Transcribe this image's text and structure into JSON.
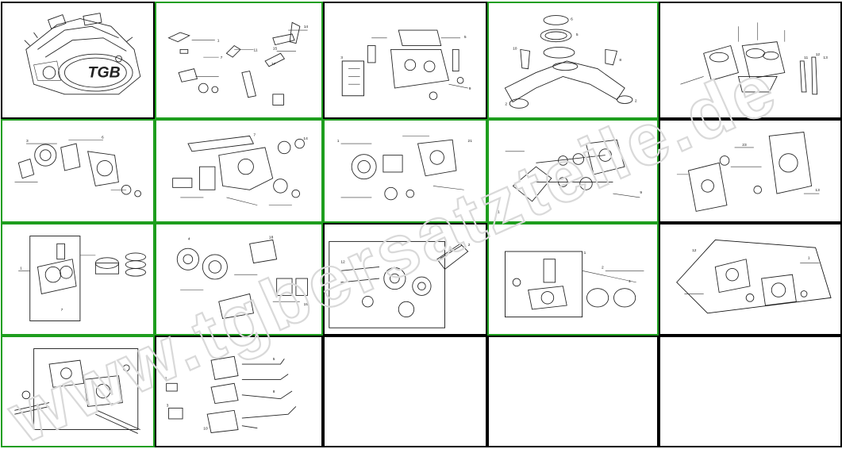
{
  "page": {
    "background": "#ffffff"
  },
  "colors": {
    "cell_border_green": "#1e9e1e",
    "cell_border_black": "#000000",
    "line_art": "#1a1a1a"
  },
  "watermark": {
    "text": "www.tgbersatzteile.de"
  },
  "thumbnails": [
    {
      "id": "engine-assembly",
      "logo": "TGB"
    },
    {
      "id": "cylinder-head-cover"
    },
    {
      "id": "cylinder-head"
    },
    {
      "id": "intake-manifold"
    },
    {
      "id": "cylinder"
    },
    {
      "id": "crankcase-cover-left"
    },
    {
      "id": "crankcase"
    },
    {
      "id": "crankcase-right"
    },
    {
      "id": "transmission-gears"
    },
    {
      "id": "crankcase-cover-right"
    },
    {
      "id": "crankshaft-piston"
    },
    {
      "id": "generator-starter"
    },
    {
      "id": "cvt-drive-pulley"
    },
    {
      "id": "throttle-body"
    },
    {
      "id": "gearbox"
    },
    {
      "id": "drive-shaft"
    },
    {
      "id": "wiring-sensors"
    },
    {
      "id": "empty-1"
    },
    {
      "id": "empty-2"
    },
    {
      "id": "empty-3"
    }
  ]
}
